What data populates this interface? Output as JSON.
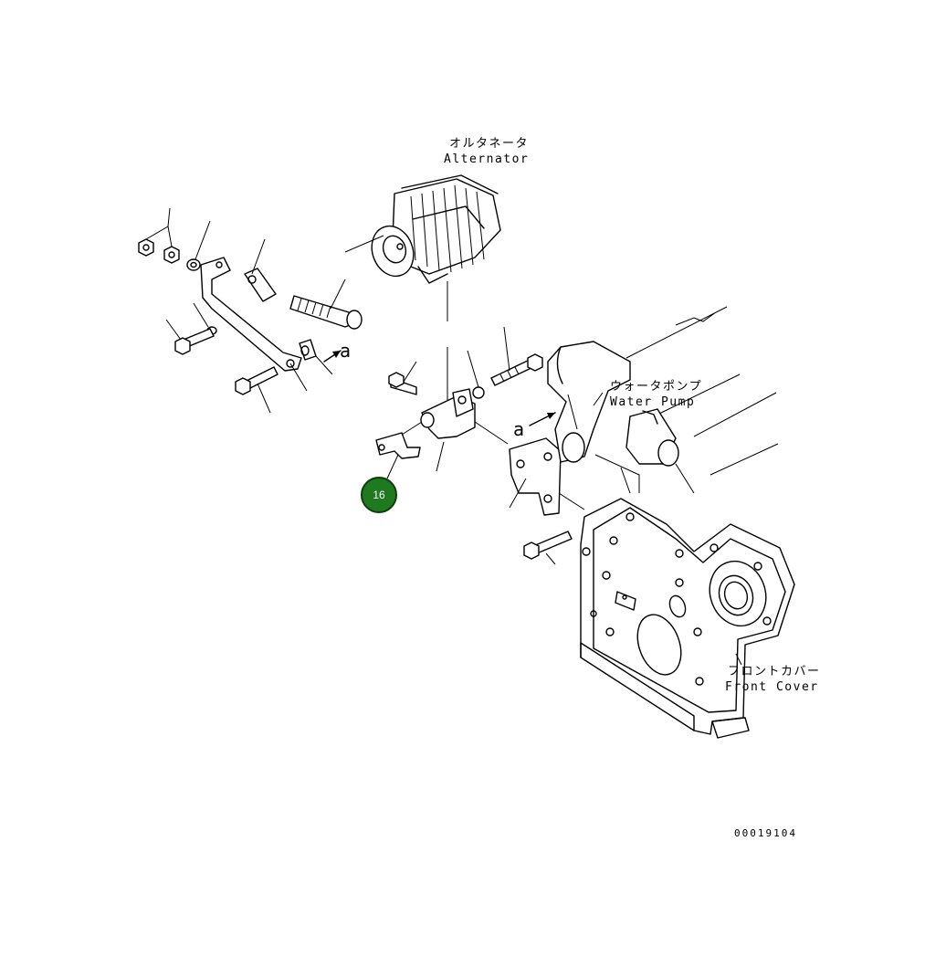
{
  "labels": {
    "alternator_jp": "オルタネータ",
    "alternator_en": "Alternator",
    "water_pump_jp": "ウォータポンプ",
    "water_pump_en": "Water Pump",
    "front_cover_jp": "フロントカバー",
    "front_cover_en": "Front Cover"
  },
  "reference_marks": [
    "a",
    "a"
  ],
  "callout": {
    "number": "16",
    "color": "#1f7a1f"
  },
  "drawing_number": "00019104"
}
